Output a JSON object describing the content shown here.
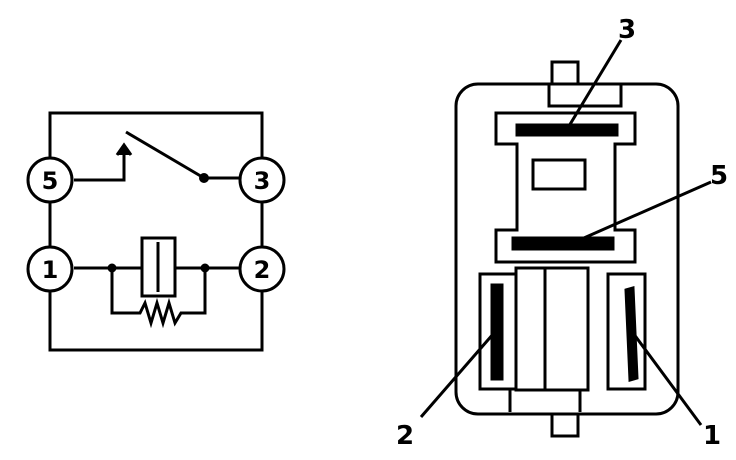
{
  "schematic": {
    "terminals": [
      {
        "id": "t5",
        "label": "5"
      },
      {
        "id": "t3",
        "label": "3"
      },
      {
        "id": "t1",
        "label": "1"
      },
      {
        "id": "t2",
        "label": "2"
      }
    ]
  },
  "housing": {
    "callouts": [
      {
        "id": "c3",
        "label": "3"
      },
      {
        "id": "c5",
        "label": "5"
      },
      {
        "id": "c2",
        "label": "2"
      },
      {
        "id": "c1",
        "label": "1"
      }
    ]
  }
}
